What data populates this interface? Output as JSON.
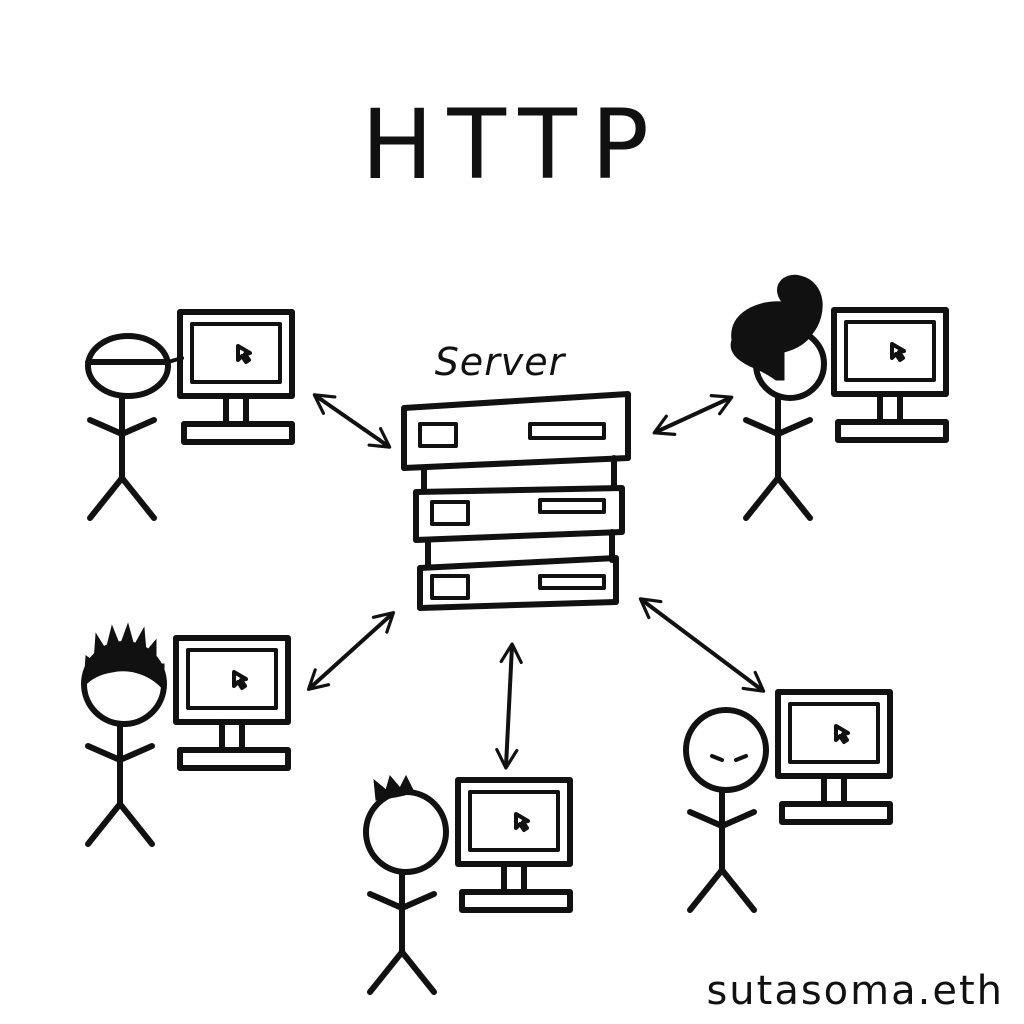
{
  "title": "HTTP",
  "server": {
    "label": "Server"
  },
  "signature": "sutasoma.eth",
  "clients": [
    {
      "name": "client-headband",
      "hair": "headband"
    },
    {
      "name": "client-long-hair",
      "hair": "long-hair"
    },
    {
      "name": "client-spiky-hair",
      "hair": "spiky-hair"
    },
    {
      "name": "client-crown-hair",
      "hair": "crown-hair"
    },
    {
      "name": "client-bald-sad",
      "hair": "none"
    }
  ],
  "colors": {
    "ink": "#111111",
    "paper": "#ffffff"
  }
}
